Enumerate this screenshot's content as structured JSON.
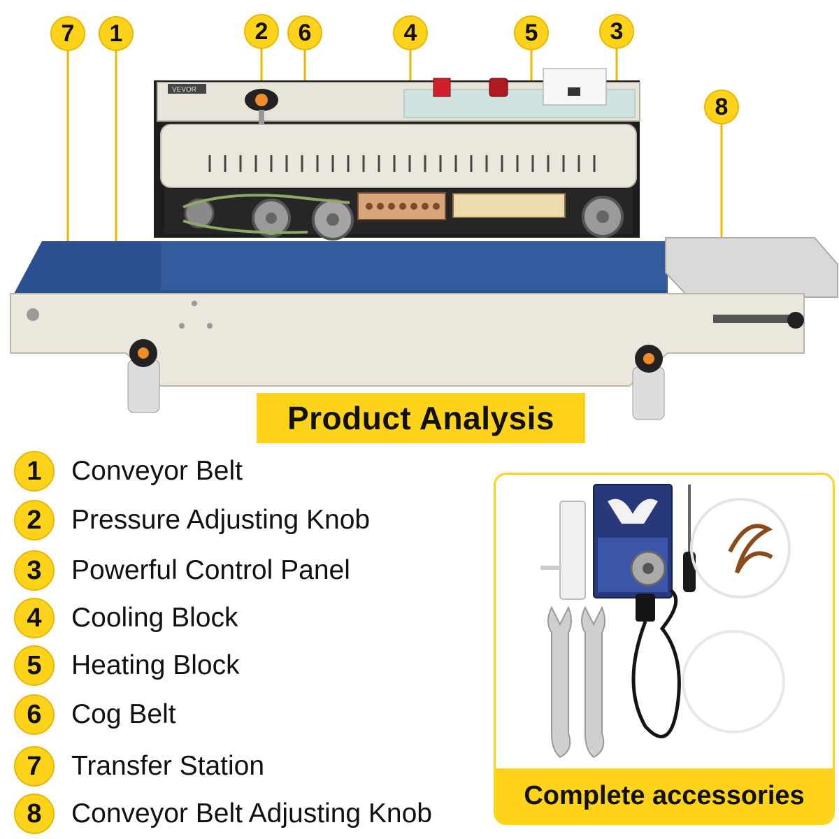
{
  "title": "Product Analysis",
  "brand_plate": "VEVOR",
  "callouts": [
    {
      "number": "7"
    },
    {
      "number": "1"
    },
    {
      "number": "2"
    },
    {
      "number": "6"
    },
    {
      "number": "4"
    },
    {
      "number": "5"
    },
    {
      "number": "3"
    },
    {
      "number": "8"
    }
  ],
  "legend": [
    {
      "number": "1",
      "label": "Conveyor Belt"
    },
    {
      "number": "2",
      "label": "Pressure Adjusting Knob"
    },
    {
      "number": "3",
      "label": "Powerful Control Panel"
    },
    {
      "number": "4",
      "label": "Cooling Block"
    },
    {
      "number": "5",
      "label": "Heating Block"
    },
    {
      "number": "6",
      "label": "Cog Belt"
    },
    {
      "number": "7",
      "label": "Transfer Station"
    },
    {
      "number": "8",
      "label": "Conveyor Belt Adjusting Knob"
    }
  ],
  "accessories": {
    "caption": "Complete accessories",
    "items": [
      "guide-plate",
      "spare-parts-case",
      "screwdriver",
      "ptfe-belt-ring",
      "heating-tape",
      "wrench",
      "wrench",
      "power-cord",
      "belt-ring"
    ]
  },
  "colors": {
    "accent": "#ffd31a",
    "belt": "#2c4f8f",
    "body": "#ece7dc",
    "indicator_red": "#d0202a"
  }
}
